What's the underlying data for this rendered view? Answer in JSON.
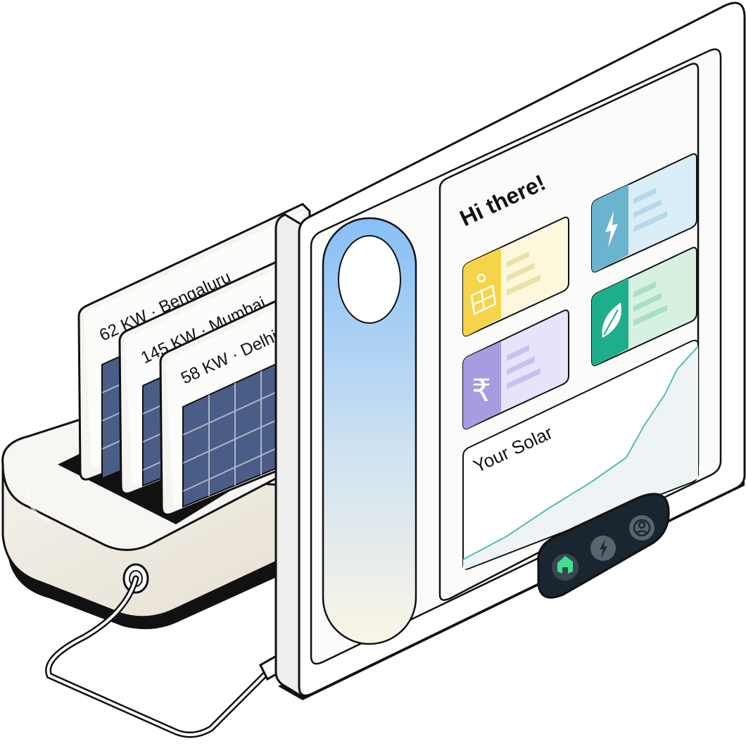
{
  "panel_cards": [
    {
      "label": "62 KW · Bengaluru"
    },
    {
      "label": "145 KW · Mumbai"
    },
    {
      "label": "58 KW · Delhi"
    }
  ],
  "screen": {
    "greeting": "Hi there!",
    "chart_label": "Your Solar"
  },
  "tiles": [
    {
      "icon": "solar-panel-icon",
      "accent": "#f5d44a",
      "bg": "#fdf8dc",
      "bars": "#ece1a6"
    },
    {
      "icon": "lightning-icon",
      "accent": "#6ab4cf",
      "bg": "#d9eef7",
      "bars": "#b6d9ea"
    },
    {
      "icon": "rupee-icon",
      "accent": "#a99be0",
      "bg": "#e6e3fb",
      "bars": "#c9c0f2"
    },
    {
      "icon": "leaf-icon",
      "accent": "#1fae8c",
      "bg": "#d6f1e0",
      "bars": "#a9e0bf"
    }
  ],
  "nav": {
    "items": [
      {
        "icon": "home-icon",
        "active": true
      },
      {
        "icon": "lightning-icon",
        "active": false
      },
      {
        "icon": "user-icon",
        "active": false
      }
    ],
    "active_color": "#3ee08f"
  },
  "colors": {
    "outline": "#111111",
    "chart_line": "#4fbfae",
    "panel_blue": "#4a5d86"
  }
}
